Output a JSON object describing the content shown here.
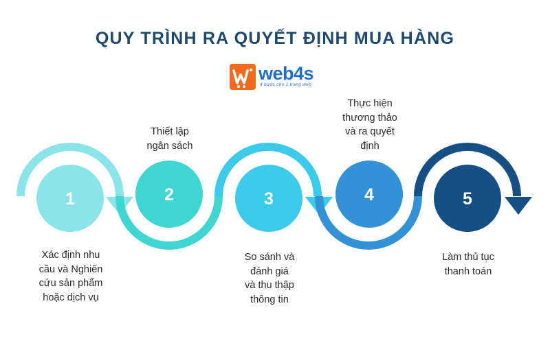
{
  "header": {
    "title": "QUY TRÌNH RA QUYẾT ĐỊNH MUA HÀNG"
  },
  "logo": {
    "brand_text": "web4s",
    "tagline": "4 bước cho 1 trang web",
    "badge_color": "#f26a1b",
    "text_color": "#1f6fc4"
  },
  "steps": [
    {
      "number": "1",
      "lines": [
        "Xác định nhu",
        "cầu và Nghiên",
        "cứu sản phẩm",
        "hoặc dịch vụ"
      ],
      "color": "#8ae4ea"
    },
    {
      "number": "2",
      "lines": [
        "Thiết lập",
        "ngân sách"
      ],
      "color": "#3fd5d2"
    },
    {
      "number": "3",
      "lines": [
        "So sánh và",
        "đánh giá",
        "và thu thập",
        "thông tin"
      ],
      "color": "#3bc9ec"
    },
    {
      "number": "4",
      "lines": [
        "Thực hiện",
        "thương thảo",
        "và ra quyết",
        "định"
      ],
      "color": "#3391d6"
    },
    {
      "number": "5",
      "lines": [
        "Làm thủ tục",
        "thanh toán"
      ],
      "color": "#154f85"
    }
  ]
}
